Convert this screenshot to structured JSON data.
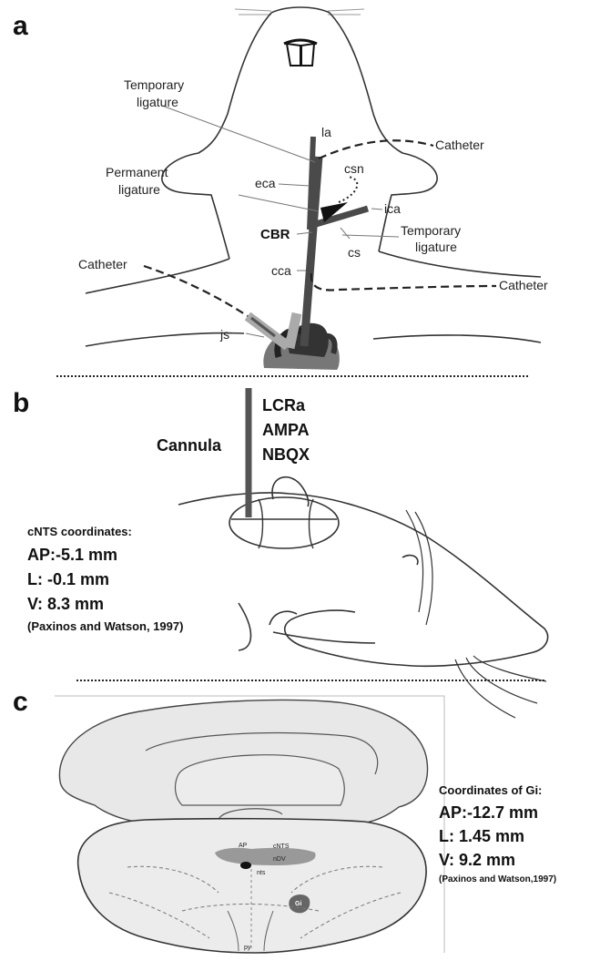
{
  "panel_a": {
    "letter": "a",
    "labels": {
      "temporary_ligature_top_1": "Temporary",
      "temporary_ligature_top_2": "ligature",
      "la": "la",
      "catheter_right_top": "Catheter",
      "eca": "eca",
      "csn": "csn",
      "permanent_ligature_1": "Permanent",
      "permanent_ligature_2": "ligature",
      "ica": "ica",
      "cbr": "CBR",
      "temporary_ligature_right_1": "Temporary",
      "temporary_ligature_right_2": "ligature",
      "cs": "cs",
      "catheter_left": "Catheter",
      "cca": "cca",
      "catheter_right_bottom": "Catheter",
      "js": "js"
    }
  },
  "panel_b": {
    "letter": "b",
    "cannula": "Cannula",
    "drugs": [
      "LCRa",
      "AMPA",
      "NBQX"
    ],
    "coords_title": "cNTS coordinates:",
    "ap": "AP:-5.1 mm",
    "l": "L: -0.1 mm",
    "v": "V: 8.3 mm",
    "ref": "(Paxinos and Watson, 1997)"
  },
  "panel_c": {
    "letter": "c",
    "coords_title": "Coordinates of Gi:",
    "ap": "AP:-12.7 mm",
    "l": "L: 1.45 mm",
    "v": "V: 9.2 mm",
    "ref": "(Paxinos and Watson,1997)",
    "brain_labels": {
      "ap": "AP",
      "cnts": "cNTS",
      "ndv": "nDV",
      "nts": "nts",
      "gi": "Gi",
      "py": "py"
    }
  }
}
